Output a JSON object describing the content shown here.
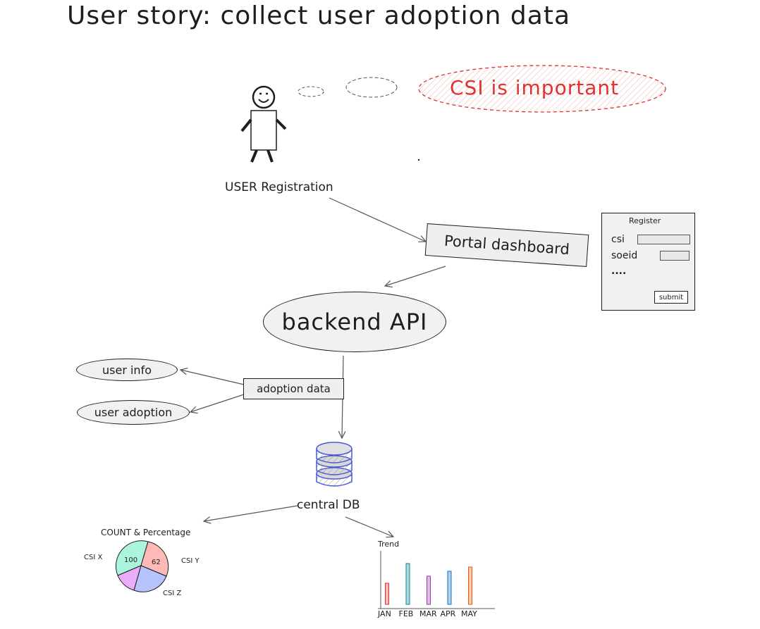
{
  "title": "User story: collect user adoption data",
  "thought": "CSI is important",
  "user_registration": "USER Registration",
  "portal": "Portal dashboard",
  "register_form": {
    "heading": "Register",
    "field1": "csi",
    "field2": "soeid",
    "more": "....",
    "submit": "submit"
  },
  "backend": "backend API",
  "adoption_data": "adoption data",
  "user_info": "user info",
  "user_adoption": "user adoption",
  "central_db": "central DB",
  "pie": {
    "title": "COUNT & Percentage",
    "label_x": "CSI X",
    "label_y": "CSI Y",
    "label_z": "CSI Z",
    "value_x": "100",
    "value_y": "62"
  },
  "trend": {
    "title": "Trend",
    "categories": [
      "JAN",
      "FEB",
      "MAR",
      "APR",
      "MAY"
    ],
    "values": [
      30,
      58,
      40,
      47,
      53
    ],
    "colors": [
      "#e03131",
      "#0c8599",
      "#9c36b5",
      "#1971c2",
      "#e8590c"
    ]
  },
  "colors": {
    "thought_red": "#e03131",
    "stroke": "#1e1e1e",
    "db_blue": "#4a5bd4"
  }
}
